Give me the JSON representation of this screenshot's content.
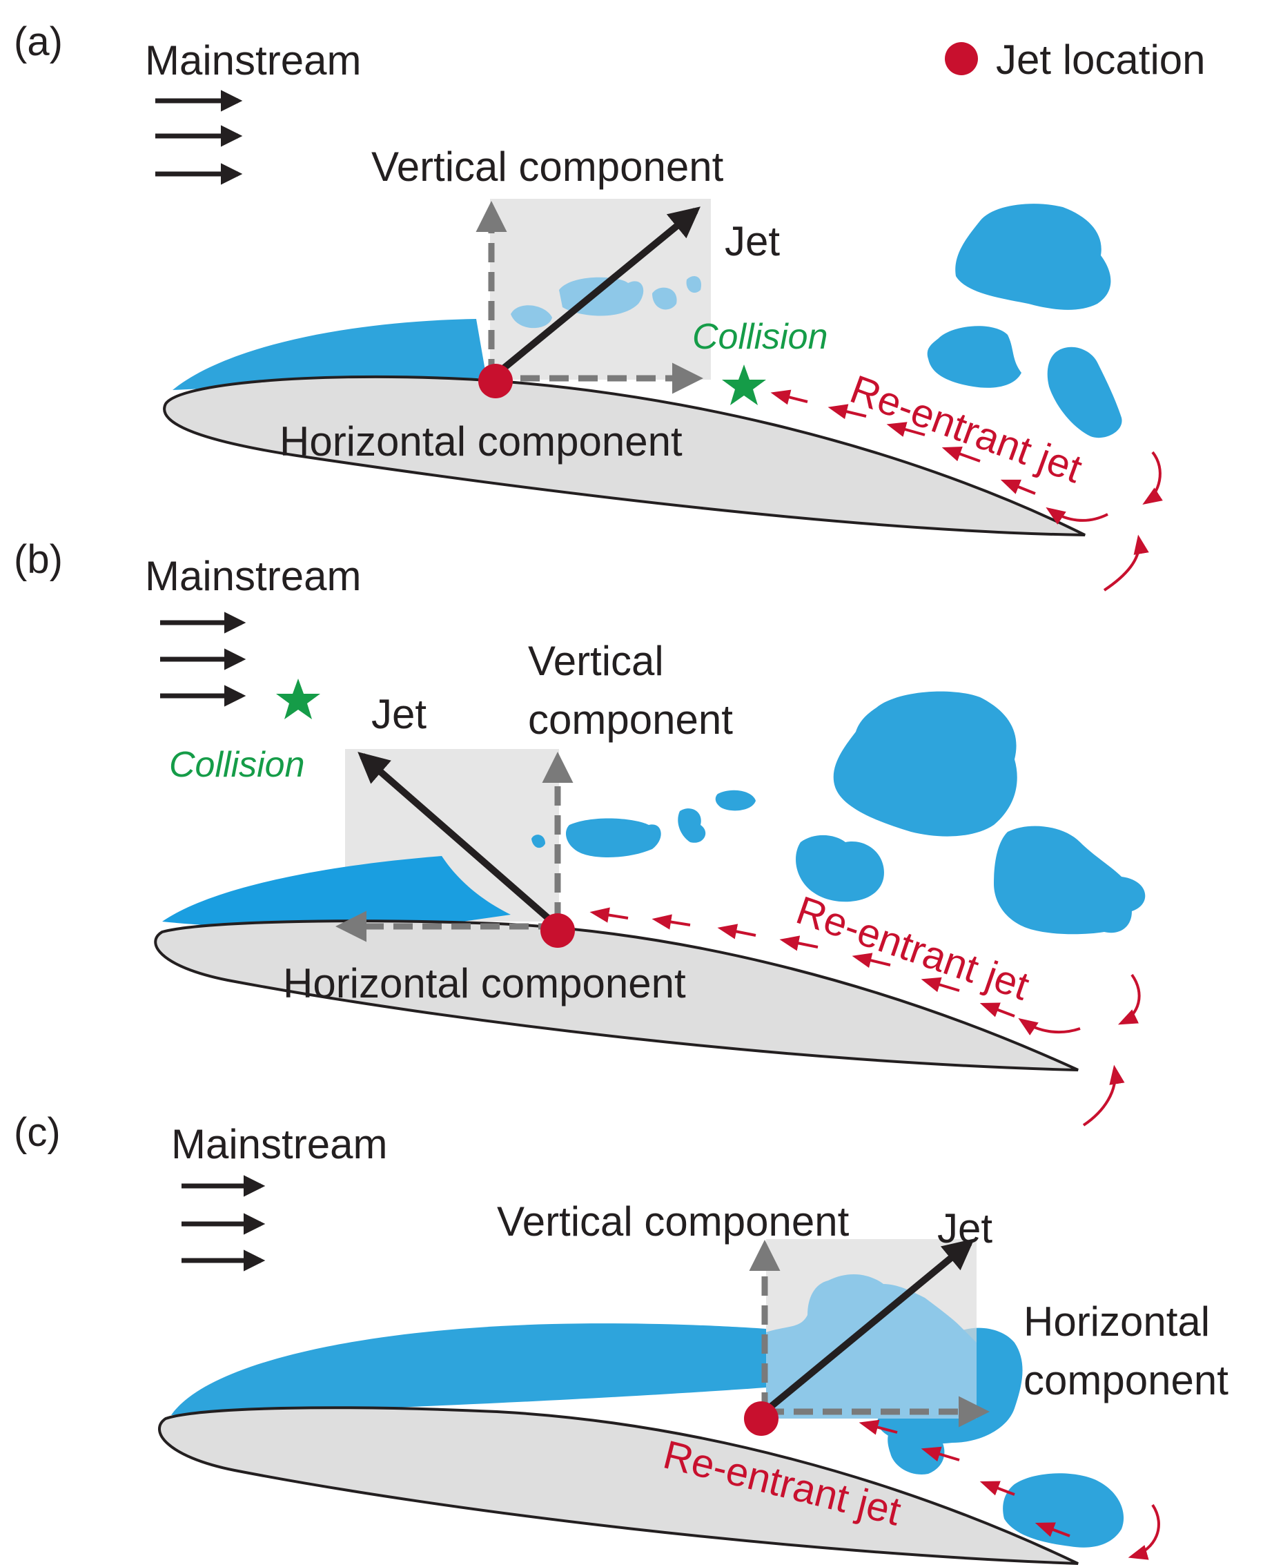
{
  "legend": {
    "jet_location": "Jet location"
  },
  "colors": {
    "cavity": "#2ea4dc",
    "cavity_light": "#8ec8e8",
    "hydrofoil": "#dedede",
    "jet_marker": "#c8102e",
    "re_entrant": "#c8102e",
    "collision": "#159c48",
    "component_arrow": "#7a7a7a",
    "jet_arrow": "#231f20"
  },
  "panels": [
    {
      "id": "(a)",
      "mainstream": "Mainstream",
      "vertical": "Vertical component",
      "jet": "Jet",
      "collision": "Collision",
      "horizontal": "Horizontal component",
      "re_entrant": "Re-entrant jet"
    },
    {
      "id": "(b)",
      "mainstream": "Mainstream",
      "vertical_line1": "Vertical",
      "vertical_line2": "component",
      "jet": "Jet",
      "collision": "Collision",
      "horizontal": "Horizontal component",
      "re_entrant": "Re-entrant jet"
    },
    {
      "id": "(c)",
      "mainstream": "Mainstream",
      "vertical": "Vertical component",
      "jet": "Jet",
      "horizontal_line1": "Horizontal",
      "horizontal_line2": "component",
      "re_entrant": "Re-entrant jet"
    }
  ]
}
